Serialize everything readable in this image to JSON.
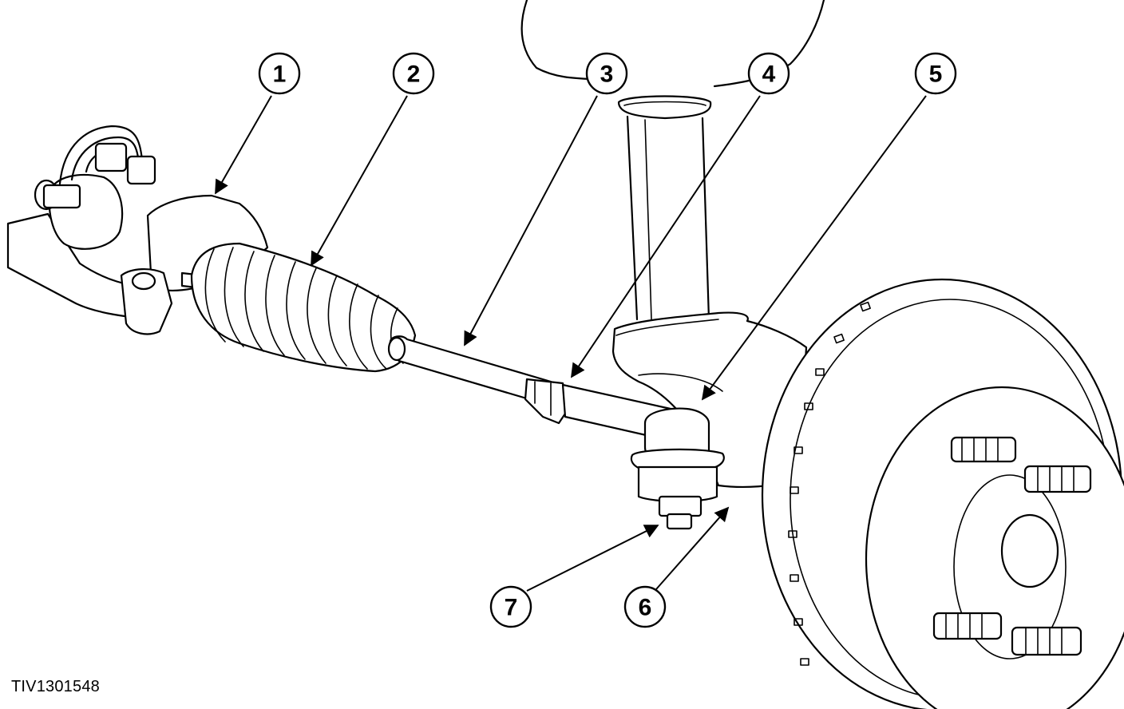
{
  "diagram": {
    "figure_id": "TIV1301548",
    "callouts": [
      {
        "id": "1",
        "label": "1"
      },
      {
        "id": "2",
        "label": "2"
      },
      {
        "id": "3",
        "label": "3"
      },
      {
        "id": "4",
        "label": "4"
      },
      {
        "id": "5",
        "label": "5"
      },
      {
        "id": "6",
        "label": "6"
      },
      {
        "id": "7",
        "label": "7"
      }
    ]
  },
  "colors": {
    "line": "#000000",
    "background": "#ffffff"
  }
}
